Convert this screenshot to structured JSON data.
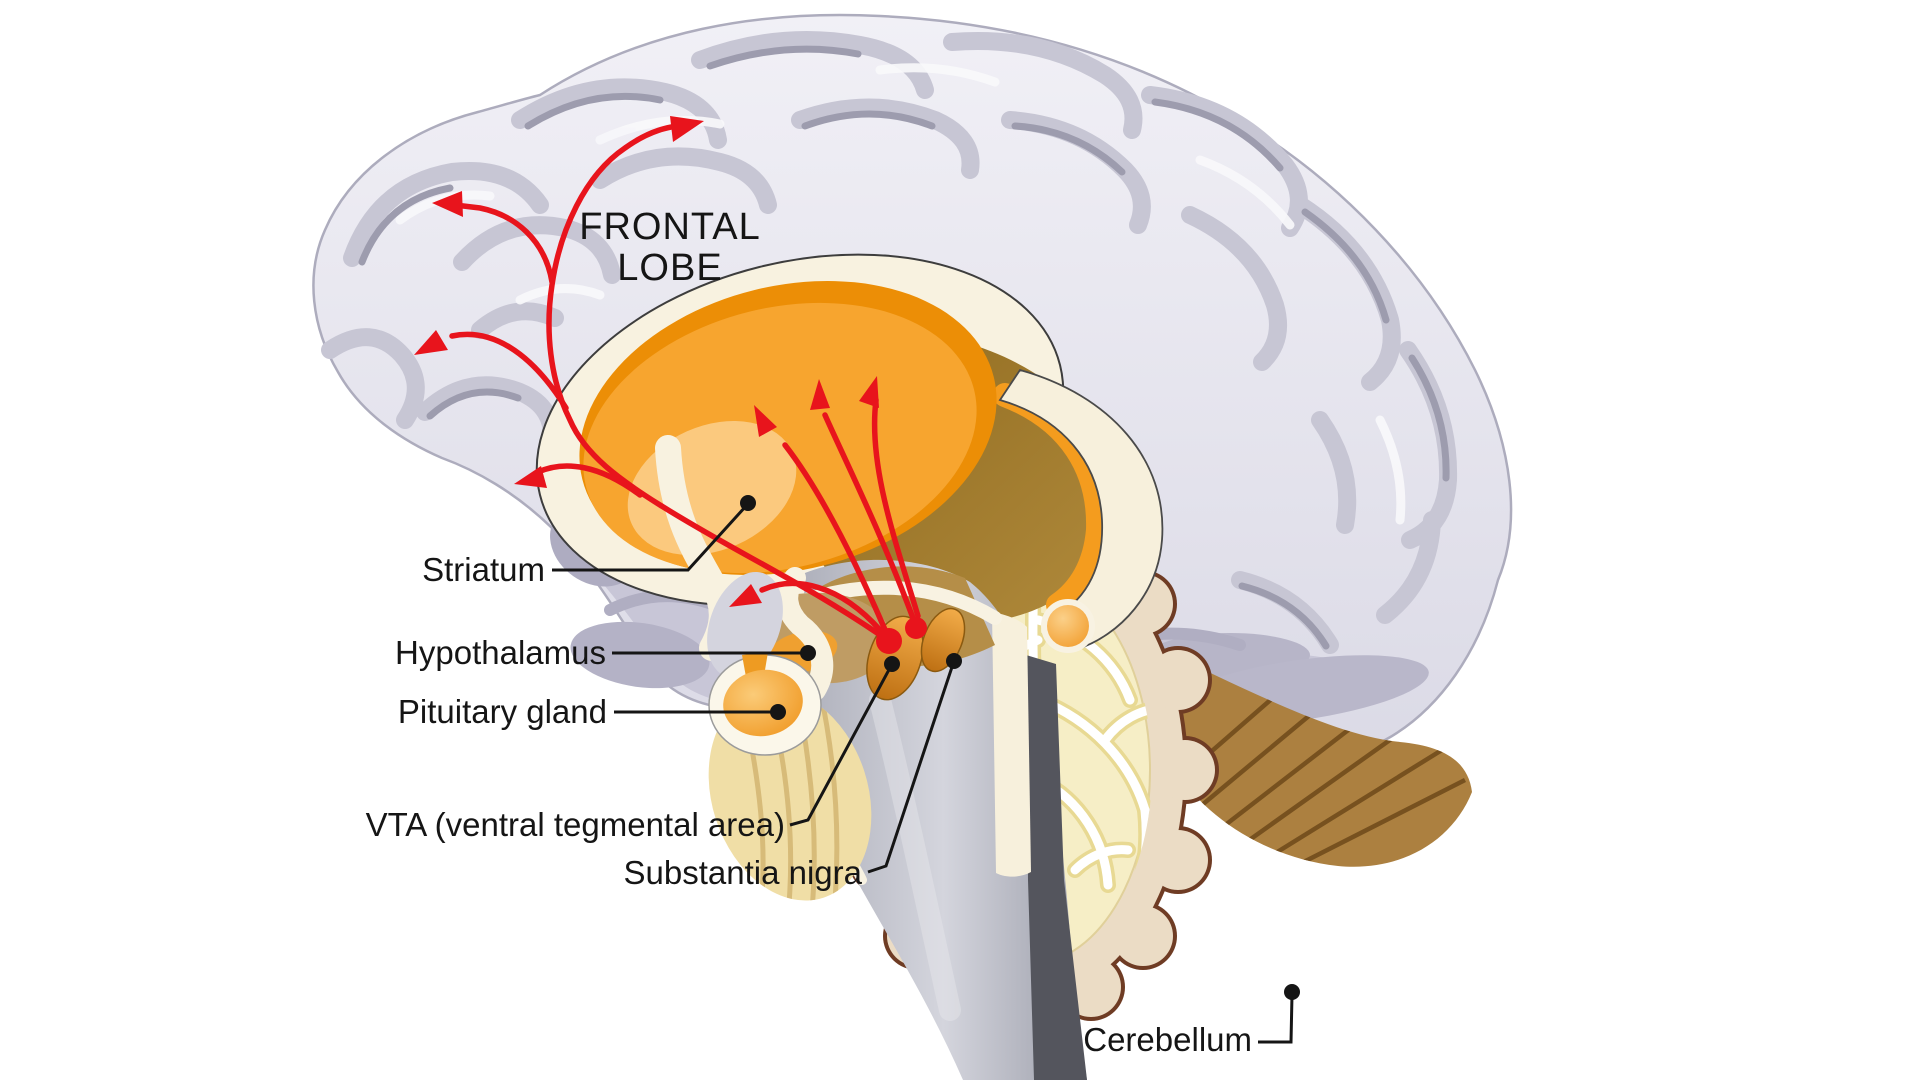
{
  "figure": {
    "labels": {
      "frontal_lobe": "FRONTAL LOBE",
      "striatum": "Striatum",
      "hypothalamus": "Hypothalamus",
      "pituitary_gland": "Pituitary gland",
      "vta": "VTA (ventral tegmental area)",
      "substantia_nigra": "Substantia nigra",
      "cerebellum": "Cerebellum"
    },
    "colors": {
      "pathway_red": "#E8141C",
      "striatum_orange": "#F6A12B",
      "thalamus_brown": "#9A731F",
      "cream": "#F8F2E0",
      "cortex_gray": "#E9E8F0",
      "cerebellum_cortex": "#EBDCC5",
      "cerebellum_outline": "#6F3C24",
      "label_text": "#151515"
    }
  }
}
